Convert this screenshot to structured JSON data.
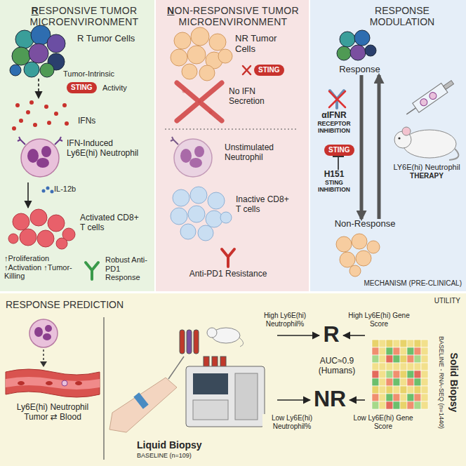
{
  "diagram": {
    "nodes": [
      {
        "text": [
          "RESPONSIVE TUMOR MICROENVIRONMENT"
        ]
      },
      {
        "text": [
          "NON-RESPONSIVE TUMOR MICROENVIRONMENT"
        ]
      },
      {
        "text": [
          "RESPONSE MODULATION",
          "MECHANISM (PRE-CLINICAL)"
        ]
      },
      {
        "text": [
          "RESPONSE PREDICTION",
          "UTILITY"
        ]
      },
      {
        "text": [
          "R Tumor Cells"
        ],
        "in": 0
      },
      {
        "text": [
          "STING"
        ],
        "in": 0
      },
      {
        "text": [
          "IFNs"
        ],
        "in": 0
      },
      {
        "text": [
          "IFN-Induced Ly6E(hi) Neutrophil"
        ],
        "in": 0
      },
      {
        "text": [
          "IL-12b"
        ],
        "in": 0
      },
      {
        "text": [
          "Activated CD8+ T cells"
        ],
        "in": 0
      },
      {
        "text": [
          "↑Proliferation ↑Activation ↑Tumor-Killing"
        ],
        "in": 0
      },
      {
        "text": [
          "Robust Anti-PD1 Response"
        ],
        "in": 0
      },
      {
        "text": [
          "NR Tumor Cells"
        ],
        "in": 1
      },
      {
        "text": [
          "STING"
        ],
        "in": 1
      },
      {
        "text": [
          "No IFN Secretion"
        ],
        "in": 1
      },
      {
        "text": [
          "Unstimulated Neutrophil"
        ],
        "in": 1
      },
      {
        "text": [
          "Inactive CD8+ T cells"
        ],
        "in": 1
      },
      {
        "text": [
          "Anti-PD1 Resistance"
        ],
        "in": 1
      },
      {
        "text": [
          "Response"
        ],
        "in": 2
      },
      {
        "text": [
          "αIFNR",
          "RECEPTOR INHIBITION"
        ],
        "in": 2
      },
      {
        "text": [
          "STING"
        ],
        "in": 2
      },
      {
        "text": [
          "H151",
          "STING INHIBITION"
        ],
        "in": 2
      },
      {
        "text": [
          "LY6E(hi) Neutrophil",
          "THERAPY"
        ],
        "in": 2
      },
      {
        "text": [
          "Non-Response"
        ],
        "in": 2
      },
      {
        "text": [
          "Ly6E(hi) Neutrophil Tumor ⇄ Blood"
        ],
        "in": 3
      },
      {
        "text": [
          "Liquid Biopsy",
          "BASELINE (n=109)"
        ],
        "in": 3
      },
      {
        "text": [
          "R"
        ],
        "in": 3
      },
      {
        "text": [
          "NR"
        ],
        "in": 3
      },
      {
        "text": [
          "Solid Biopsy",
          "BASELINE - RNA-SEQ (n=1440)"
        ],
        "in": 3
      }
    ],
    "edges": [
      {
        "from": 4,
        "to": 6,
        "arrow": "to"
      },
      {
        "from": 7,
        "to": 9,
        "arrow": "to"
      },
      {
        "from": 21,
        "to": 20,
        "arrow": "to"
      },
      {
        "from": 18,
        "to": 23,
        "arrow": "to"
      },
      {
        "from": 23,
        "to": 18,
        "arrow": "to"
      },
      {
        "from": 25,
        "to": 26,
        "label": "High Ly6E(hi) Neutrophil%",
        "arrow": "to"
      },
      {
        "from": 25,
        "to": 27,
        "label": "Low Ly6E(hi) Neutrophil%",
        "arrow": "to"
      },
      {
        "from": 28,
        "to": 26,
        "label": "High Ly6E(hi) Gene Score",
        "arrow": "to"
      },
      {
        "from": 28,
        "to": 27,
        "label": "Low Ly6E(hi) Gene Score",
        "arrow": "to"
      }
    ],
    "labels": [
      "Tumor-Intrinsic",
      "Activity",
      "AUC≈0.9 (Humans)"
    ]
  }
}
